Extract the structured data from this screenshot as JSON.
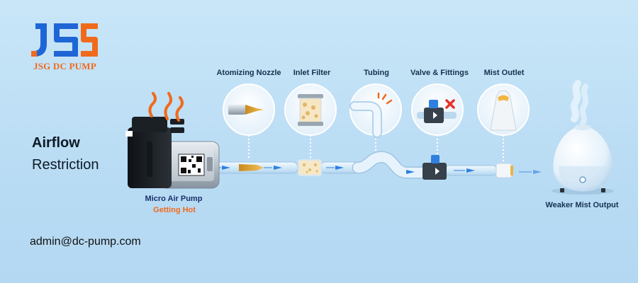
{
  "brand": {
    "name": "JSG DC PUMP",
    "colors": {
      "blue": "#1e66d6",
      "orange": "#f06a1c"
    }
  },
  "heading": {
    "line1": "Airflow",
    "line2": "Restriction"
  },
  "contact": {
    "email": "admin@dc-pump.com"
  },
  "pump": {
    "name": "Micro Air Pump",
    "status": "Getting Hot"
  },
  "components": [
    {
      "label": "Atomizing Nozzle",
      "icon": "nozzle-icon"
    },
    {
      "label": "Inlet Filter",
      "icon": "filter-icon"
    },
    {
      "label": "Tubing",
      "icon": "tubing-bend-icon"
    },
    {
      "label": "Valve & Fittings",
      "icon": "valve-blocked-icon"
    },
    {
      "label": "Mist Outlet",
      "icon": "mist-outlet-icon"
    }
  ],
  "output": {
    "label": "Weaker Mist Output",
    "icon": "humidifier-icon"
  },
  "colors": {
    "background": "#bfe0f6",
    "flow_arrow": "#2f7fe0",
    "heat": "#f06a1c",
    "alert": "#e8322a"
  }
}
